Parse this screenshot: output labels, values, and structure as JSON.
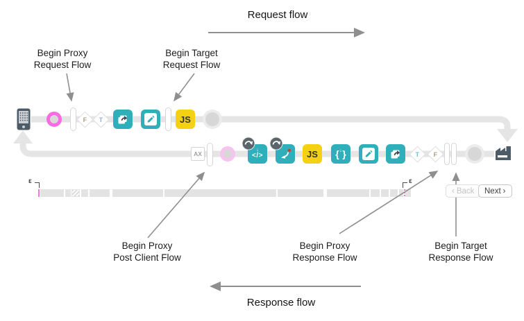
{
  "labels": {
    "request_flow": "Request flow",
    "response_flow": "Response flow"
  },
  "callouts": {
    "proxy_request": {
      "line1": "Begin Proxy",
      "line2": "Request Flow"
    },
    "target_request": {
      "line1": "Begin Target",
      "line2": "Request Flow"
    },
    "proxy_post_client": {
      "line1": "Begin Proxy",
      "line2": "Post Client Flow"
    },
    "proxy_response": {
      "line1": "Begin Proxy",
      "line2": "Response Flow"
    },
    "target_response": {
      "line1": "Begin Target",
      "line2": "Response Flow"
    }
  },
  "icons": {
    "js_label": "JS",
    "ax_label": "AX",
    "true_label": "T",
    "false_label": "F",
    "code_label": "</>",
    "brace_open": "{",
    "brace_close": "}",
    "mini_arrow": "↓"
  },
  "timeline": {
    "epsilon_left": "ε",
    "epsilon_right": "ε",
    "back_label": "Back",
    "next_label": "Next",
    "back_chevron": "‹",
    "next_chevron": "›"
  },
  "colors": {
    "teal": "#2FAFBA",
    "yellow": "#F5D114",
    "pink": "#FA6BE3",
    "pink_light": "#F6C4EE",
    "flow_line": "#E5E5E5",
    "slate": "#4D5B66",
    "annotation_arrow": "#8F8F8F",
    "red_dot": "#D93A2B"
  }
}
